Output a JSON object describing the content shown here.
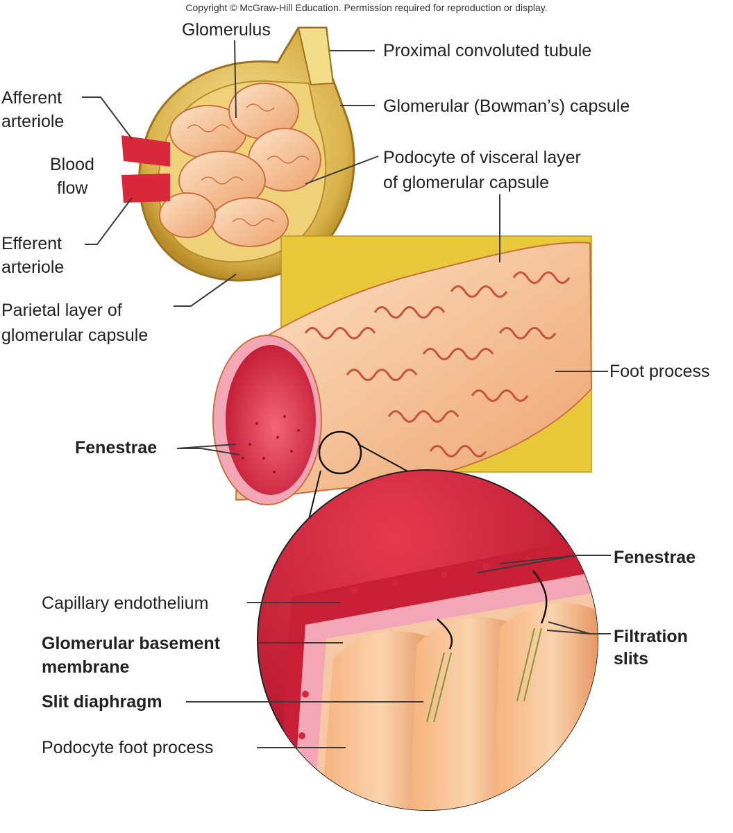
{
  "copyright": "Copyright © McGraw-Hill Education. Permission required for reproduction or display.",
  "labels": {
    "glomerulus": "Glomerulus",
    "proximal_tubule": "Proximal convoluted tubule",
    "afferent_1": "Afferent",
    "afferent_2": "arteriole",
    "bowmans_capsule": "Glomerular (Bowman’s) capsule",
    "blood_flow_1": "Blood",
    "blood_flow_2": "flow",
    "podocyte_1": "Podocyte of visceral layer",
    "podocyte_2": "of glomerular capsule",
    "efferent_1": "Efferent",
    "efferent_2": "arteriole",
    "parietal_1": "Parietal layer of",
    "parietal_2": "glomerular capsule",
    "foot_process": "Foot process",
    "fenestrae_top": "Fenestrae",
    "fenestrae_bottom": "Fenestrae",
    "capillary_endothelium": "Capillary endothelium",
    "basement_1": "Glomerular basement",
    "basement_2": "membrane",
    "filtration_1": "Filtration",
    "filtration_2": "slits",
    "slit_diaphragm": "Slit diaphragm",
    "podocyte_foot_process": "Podocyte foot process"
  },
  "colors": {
    "capsule_yellow": "#e8c24a",
    "tissue_peach": "#f4b98a",
    "blood_red": "#d8283a",
    "background_yellow": "#e9c83a",
    "basement_pink": "#f3a6b6"
  }
}
